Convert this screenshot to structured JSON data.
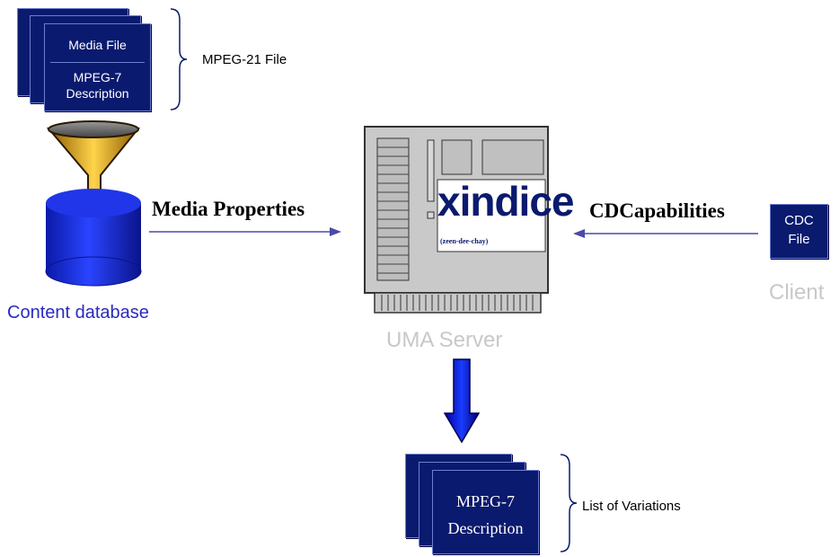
{
  "top_stack": {
    "media_file": "Media File",
    "mpeg7_line1": "MPEG-7",
    "mpeg7_line2": "Description",
    "brace_label": "MPEG-21 File"
  },
  "content_db": {
    "label": "Content database"
  },
  "media_properties": {
    "label": "Media Properties"
  },
  "server": {
    "logo": "xindice",
    "logo_sub": "(zeen-dee-chay)",
    "label": "UMA Server"
  },
  "cdcapabilities": {
    "label": "CDCapabilities"
  },
  "client": {
    "card_line1": "CDC",
    "card_line2": "File",
    "label": "Client"
  },
  "bottom_stack": {
    "line1": "MPEG-7",
    "line2": "Description",
    "brace_label": "List of Variations"
  },
  "colors": {
    "navy": "#0a1a6e",
    "arrow": "#4a4aa8",
    "funnel": "#d39b1a",
    "db": "#1b2fe0",
    "gray_label": "#c8c8c8"
  }
}
